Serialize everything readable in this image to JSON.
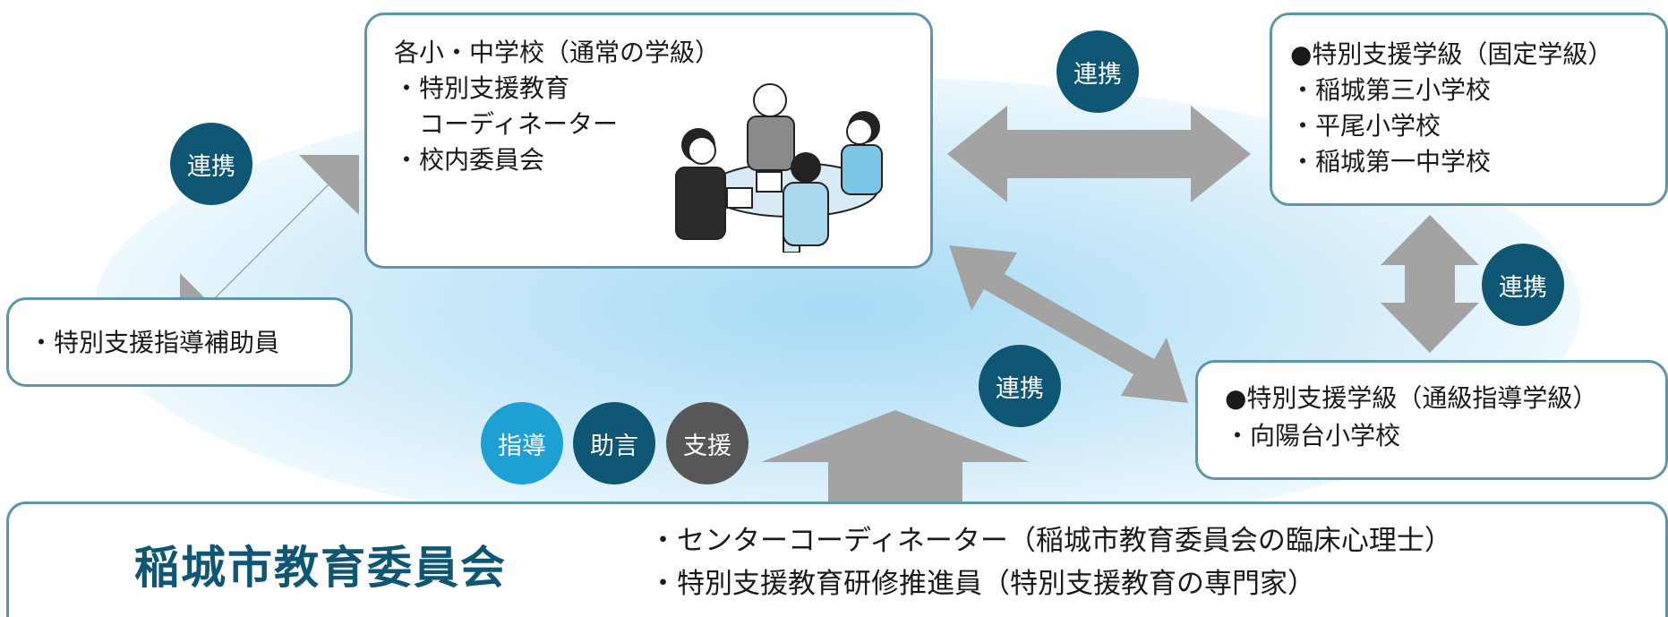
{
  "colors": {
    "accent": "#0e5673",
    "light_accent": "#1fa0d4",
    "gray": "#575757",
    "arrow": "#a3a3a3",
    "border": "#5e95a9",
    "background_glow": "#a6daf5"
  },
  "schools_box": {
    "title": "各小・中学校（通常の学級）",
    "items": [
      "・特別支援教育",
      "　コーディネーター",
      "・校内委員会"
    ]
  },
  "fixed_class_box": {
    "title": "●特別支援学級（固定学級）",
    "items": [
      "・稲城第三小学校",
      "・平尾小学校",
      "・稲城第一中学校"
    ]
  },
  "resource_class_box": {
    "title": "●特別支援学級（通級指導学級）",
    "items": [
      "・向陽台小学校"
    ]
  },
  "assistant_box": {
    "items": [
      "・特別支援指導補助員"
    ]
  },
  "board_box": {
    "title": "稲城市教育委員会",
    "items": [
      "・センターコーディネーター（稲城市教育委員会の臨床心理士）",
      "・特別支援教育研修推進員（特別支援教育の専門家）"
    ]
  },
  "link_label": "連携",
  "support_badges": [
    "指導",
    "助言",
    "支援"
  ],
  "illustration": "meeting-illustration"
}
